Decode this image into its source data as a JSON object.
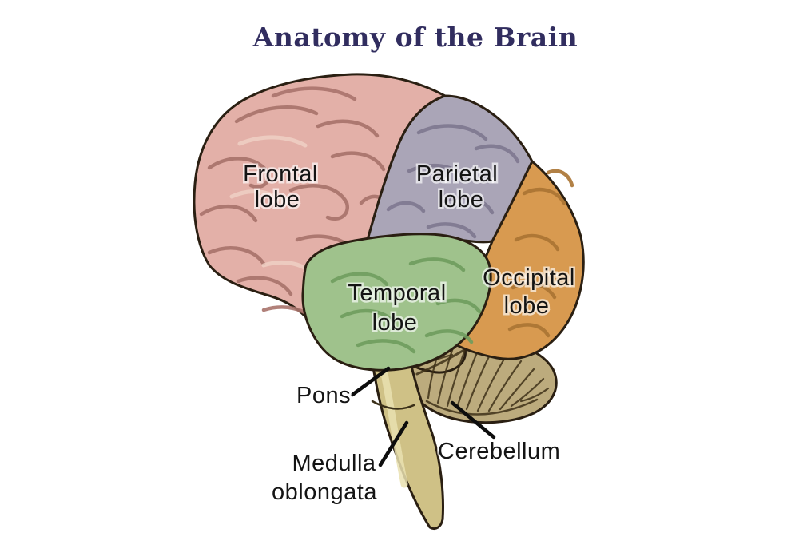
{
  "title": "Anatomy of the Brain",
  "labels": {
    "frontal_line1": "Frontal",
    "frontal_line2": "lobe",
    "parietal_line1": "Parietal",
    "parietal_line2": "lobe",
    "temporal_line1": "Temporal",
    "temporal_line2": "lobe",
    "occipital_line1": "Occipital",
    "occipital_line2": "lobe",
    "pons": "Pons",
    "cerebellum": "Cerebellum",
    "medulla_line1": "Medulla",
    "medulla_line2": "oblongata"
  },
  "colors": {
    "title": "#312d5f",
    "frontal": "#e3b0a8",
    "frontal_gyri": "#a8736b",
    "frontal_sheen": "#f0d2c6",
    "parietal": "#aaa5b7",
    "parietal_gyri": "#7e7890",
    "temporal": "#9fc28c",
    "temporal_gyri": "#6f9d5e",
    "occipital": "#d89a50",
    "occipital_gyri": "#aa7433",
    "brainstem": "#cfc186",
    "brainstem_highlight": "#e9e0b0",
    "cerebellum": "#bcab7d",
    "label_text": "#141414",
    "background": "#ffffff"
  }
}
